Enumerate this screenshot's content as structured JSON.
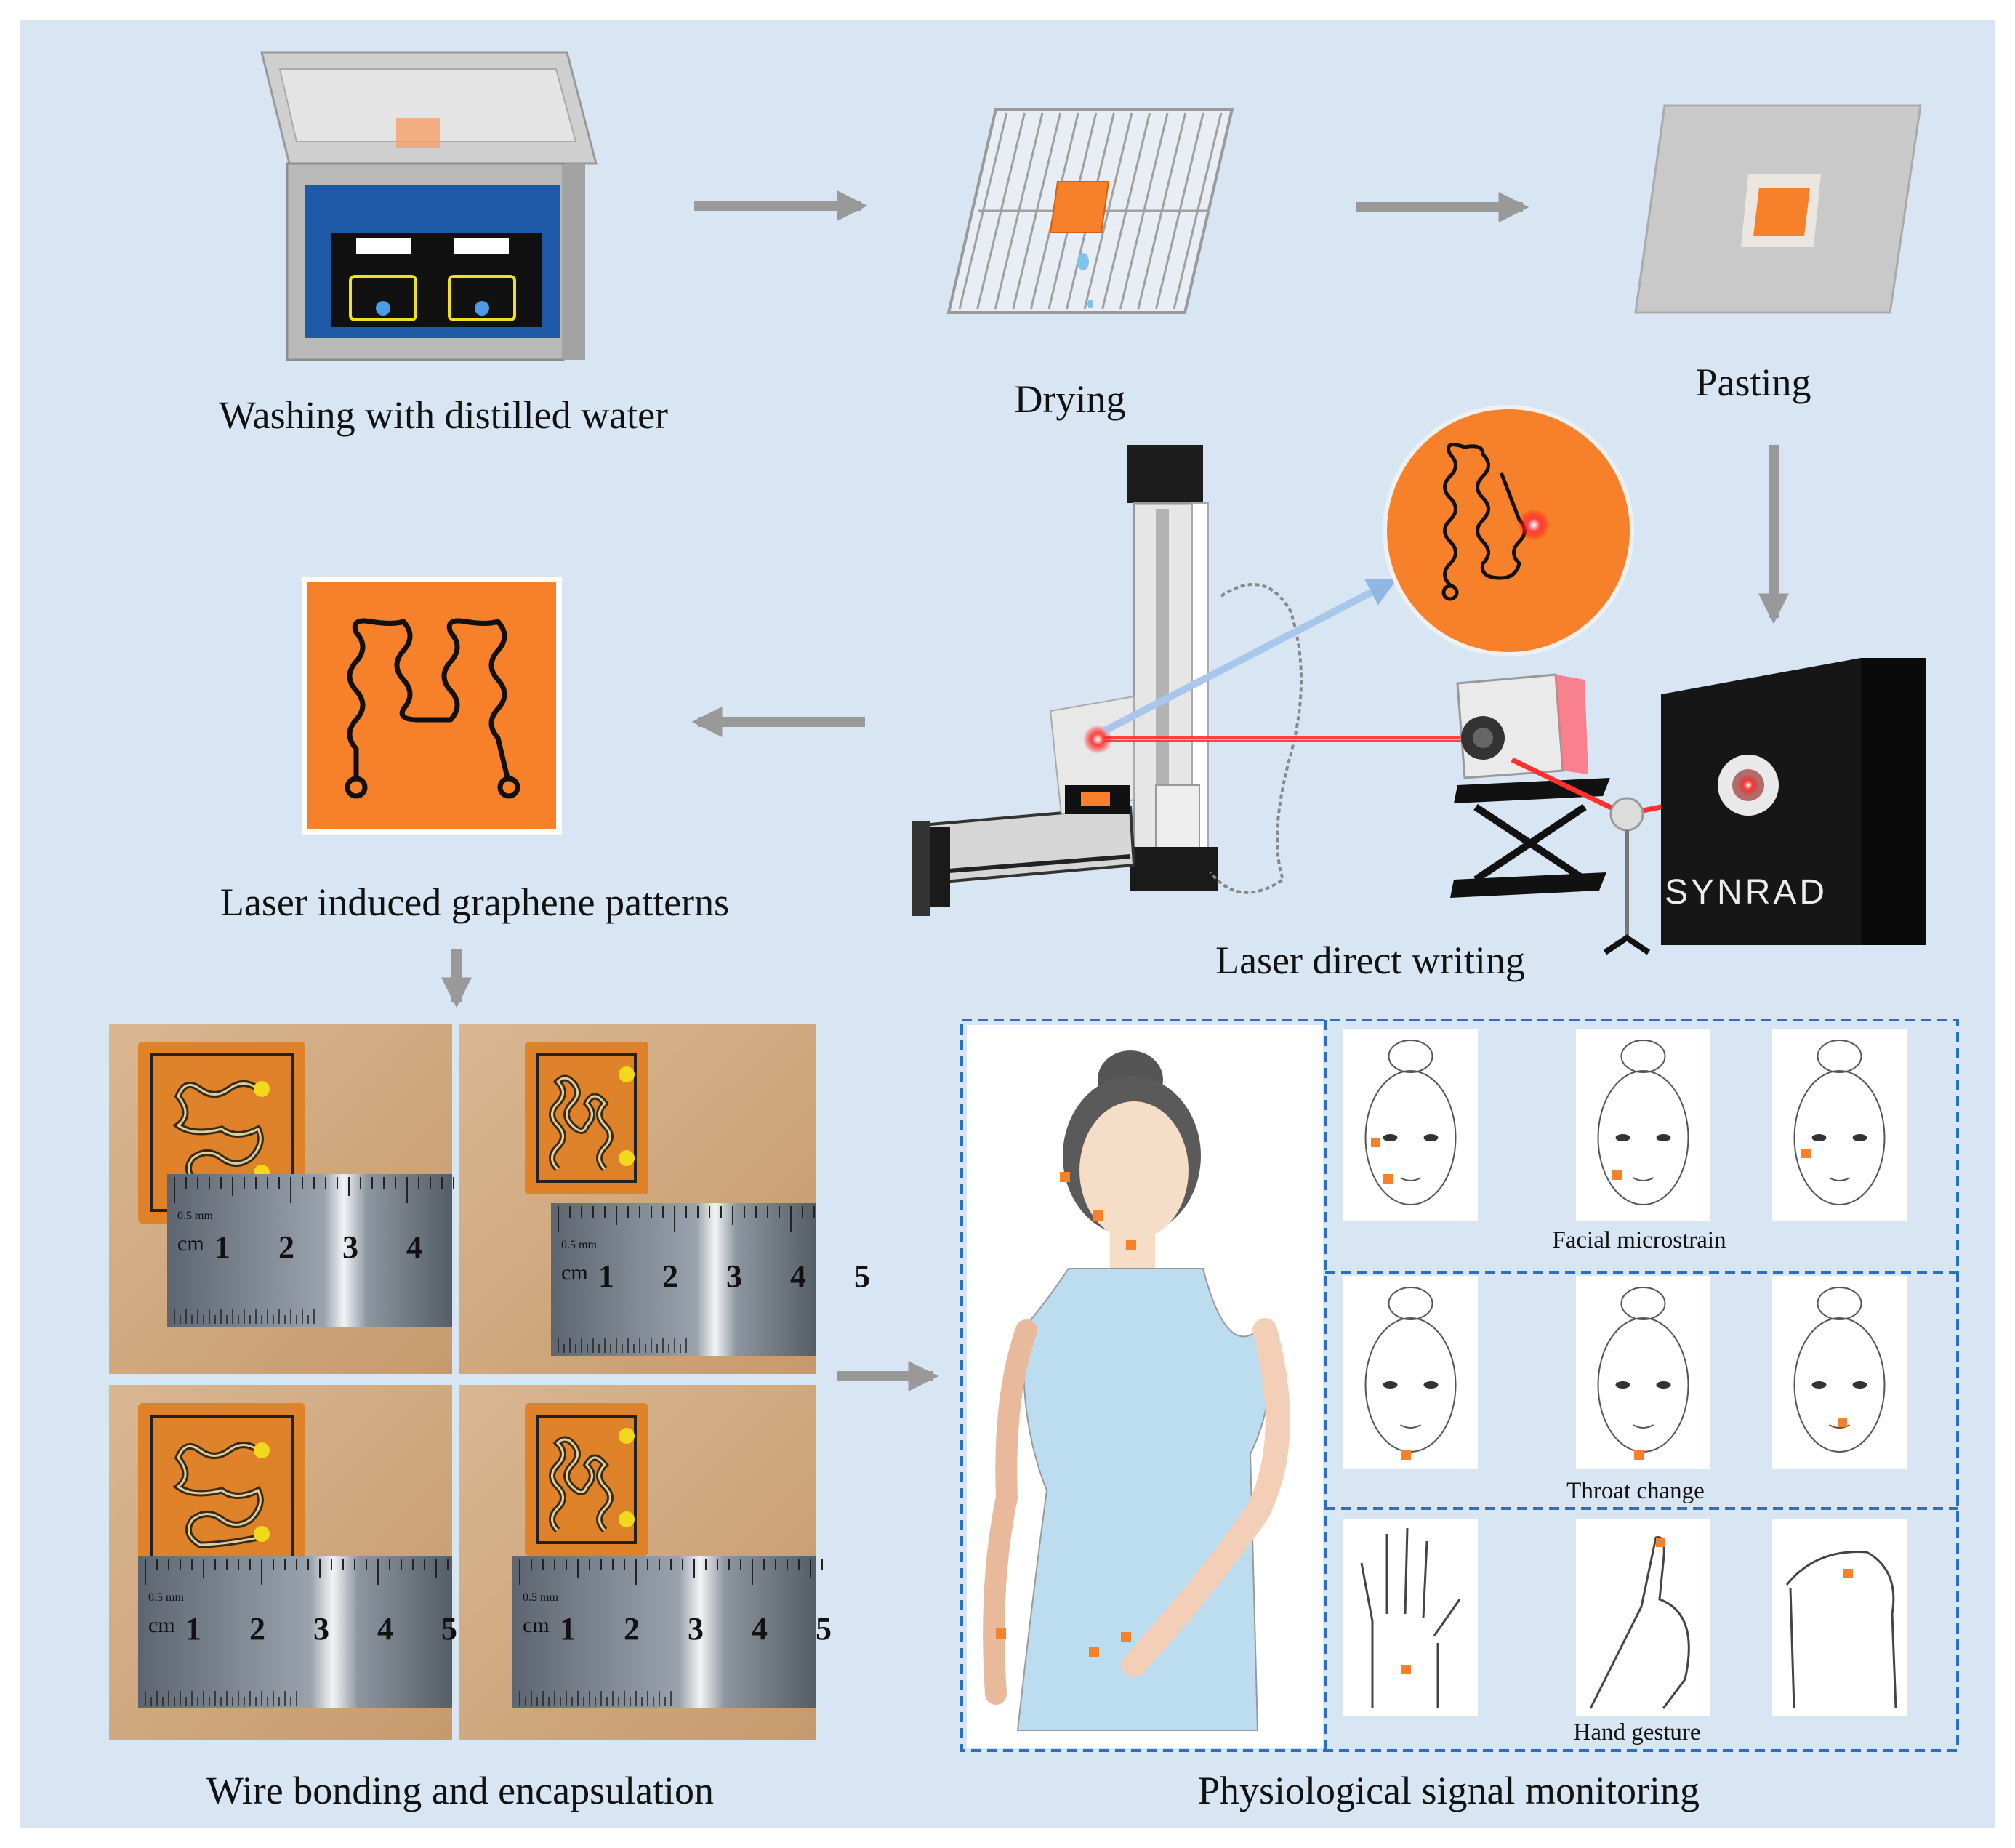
{
  "steps": {
    "washing": "Washing with distilled water",
    "drying": "Drying",
    "pasting": "Pasting",
    "laser_writing": "Laser direct writing",
    "lig_patterns": "Laser induced graphene patterns",
    "wire_bonding": "Wire bonding and encapsulation",
    "monitoring": "Physiological signal monitoring"
  },
  "monitoring_groups": {
    "facial": "Facial microstrain",
    "throat": "Throat change",
    "hand": "Hand gesture"
  },
  "device_brand": "SYNRAD",
  "ruler": {
    "unit": "cm",
    "subunit": "0.5 mm",
    "ticks_a": [
      "1",
      "2",
      "3",
      "4"
    ],
    "ticks_b": [
      "1",
      "2",
      "3",
      "4",
      "5"
    ]
  },
  "colors": {
    "background": "#d8e5f3",
    "arrow": "#999999",
    "pi_film": "#f7812a",
    "laser": "#ff2020",
    "dashed_border": "#2b6fc0"
  }
}
